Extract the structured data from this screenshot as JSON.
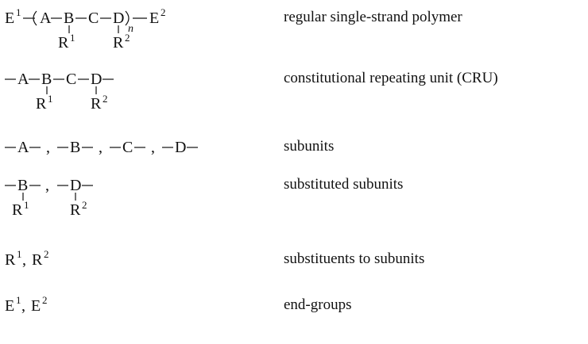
{
  "rows": [
    {
      "id": "polymer",
      "description": "regular single-strand polymer",
      "formula": {
        "end1": "E",
        "end1_sup": "1",
        "atoms": [
          "A",
          "B",
          "C",
          "D"
        ],
        "sub1": "R",
        "sub1_sup": "1",
        "sub2": "R",
        "sub2_sup": "2",
        "repeat": "n",
        "end2": "E",
        "end2_sup": "2"
      }
    },
    {
      "id": "cru",
      "description": "constitutional repeating unit (CRU)",
      "formula": {
        "atoms": [
          "A",
          "B",
          "C",
          "D"
        ],
        "sub1": "R",
        "sub1_sup": "1",
        "sub2": "R",
        "sub2_sup": "2"
      }
    },
    {
      "id": "subunits",
      "description": "subunits",
      "formula": {
        "atoms": [
          "A",
          "B",
          "C",
          "D"
        ],
        "separator": ","
      }
    },
    {
      "id": "substituted",
      "description": "substituted subunits",
      "formula": {
        "atoms": [
          "B",
          "D"
        ],
        "separator": ",",
        "sub1": "R",
        "sub1_sup": "1",
        "sub2": "R",
        "sub2_sup": "2"
      }
    },
    {
      "id": "substituents",
      "description": "substituents to subunits",
      "formula": {
        "first": "R",
        "first_sup": "1",
        "separator": ",",
        "second": "R",
        "second_sup": "2"
      }
    },
    {
      "id": "endgroups",
      "description": "end-groups",
      "formula": {
        "first": "E",
        "first_sup": "1",
        "separator": ",",
        "second": "E",
        "second_sup": "2"
      }
    }
  ]
}
